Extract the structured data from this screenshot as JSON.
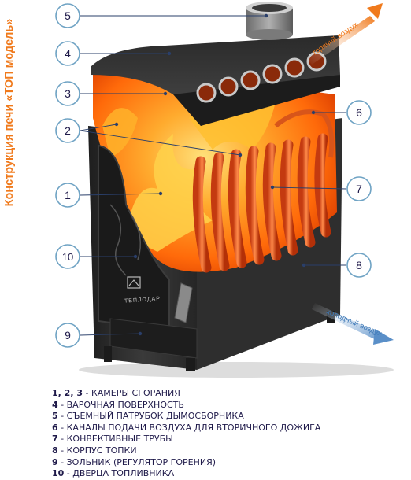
{
  "side_title": "Конструкция печи «ТОП модель»",
  "air_labels": {
    "hot": "горячий воздух",
    "cold": "холодный воздух"
  },
  "brand": "ТЕПЛОДАР",
  "callouts": [
    {
      "id": "5",
      "label": "5"
    },
    {
      "id": "4",
      "label": "4"
    },
    {
      "id": "3",
      "label": "3"
    },
    {
      "id": "2",
      "label": "2"
    },
    {
      "id": "1",
      "label": "1"
    },
    {
      "id": "10",
      "label": "10"
    },
    {
      "id": "9",
      "label": "9"
    },
    {
      "id": "6",
      "label": "6"
    },
    {
      "id": "7",
      "label": "7"
    },
    {
      "id": "8",
      "label": "8"
    }
  ],
  "legend": [
    {
      "num": "1, 2, 3",
      "text": " - КАМЕРЫ СГОРАНИЯ"
    },
    {
      "num": "4",
      "text": " - ВАРОЧНАЯ ПОВЕРХНОСТЬ"
    },
    {
      "num": "5",
      "text": " - СЪЕМНЫЙ ПАТРУБОК ДЫМОСБОРНИКА"
    },
    {
      "num": "6",
      "text": " - КАНАЛЫ ПОДАЧИ ВОЗДУХА ДЛЯ ВТОРИЧНОГО ДОЖИГА"
    },
    {
      "num": "7",
      "text": " - КОНВЕКТИВНЫЕ ТРУБЫ"
    },
    {
      "num": "8",
      "text": " - КОРПУС ТОПКИ"
    },
    {
      "num": "9",
      "text": " - ЗОЛЬНИК (РЕГУЛЯТОР ГОРЕНИЯ)"
    },
    {
      "num": "10",
      "text": " - ДВЕРЦА ТОПЛИВНИКА"
    }
  ],
  "colors": {
    "accent_orange": "#f07a1c",
    "callout_border": "#6fa3c4",
    "callout_text": "#1f1a4a",
    "stove_body": "#2b2b2b",
    "fire": "#ff7a10"
  }
}
